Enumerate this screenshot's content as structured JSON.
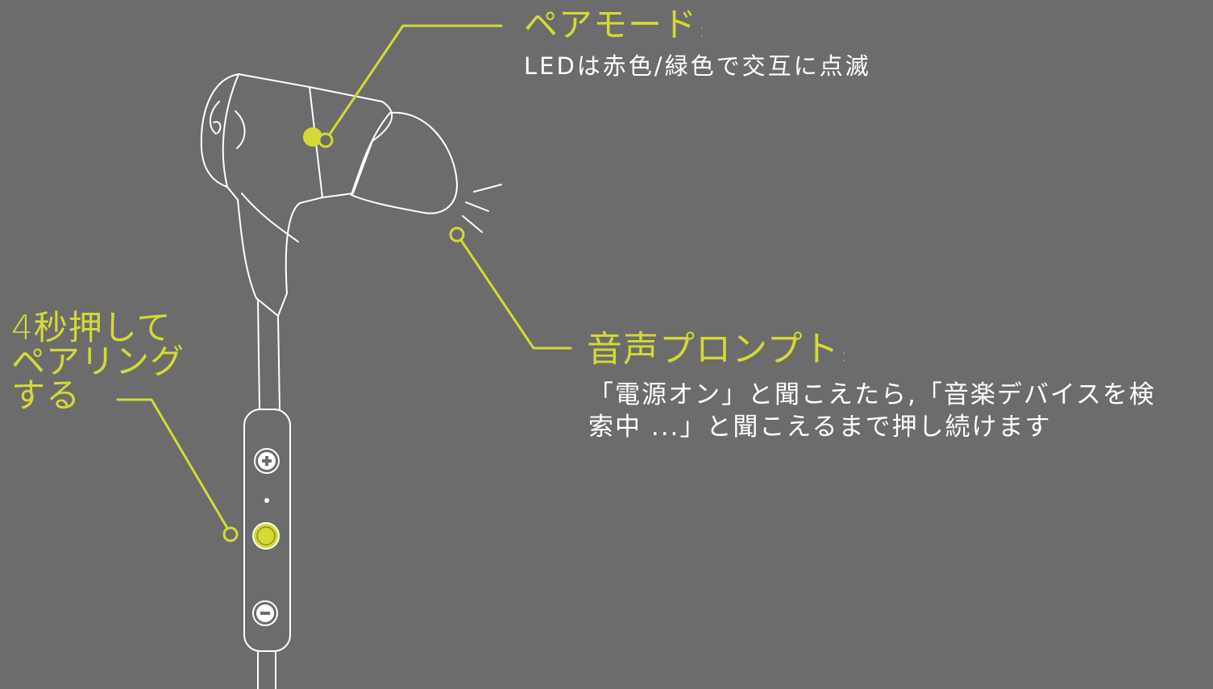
{
  "colors": {
    "background": "#6c6c6c",
    "accent": "#d4d936",
    "outline": "#ffffff"
  },
  "callouts": {
    "pair_mode": {
      "title": "ペアモード",
      "colon": ":",
      "description": "LEDは赤色/緑色で交互に点滅"
    },
    "voice_prompt": {
      "title": "音声プロンプト",
      "colon": ":",
      "description_line1": "「電源オン」と聞こえたら,「音楽デバイスを検",
      "description_line2": "索中 ...」と聞こえるまで押し続けます"
    },
    "press_to_pair": {
      "line1": "4秒押して",
      "line2": "ペアリング",
      "line3": "する"
    }
  },
  "remote": {
    "plus_icon": "plus-icon",
    "minus_icon": "minus-icon",
    "center_button": "multifunction-button"
  }
}
